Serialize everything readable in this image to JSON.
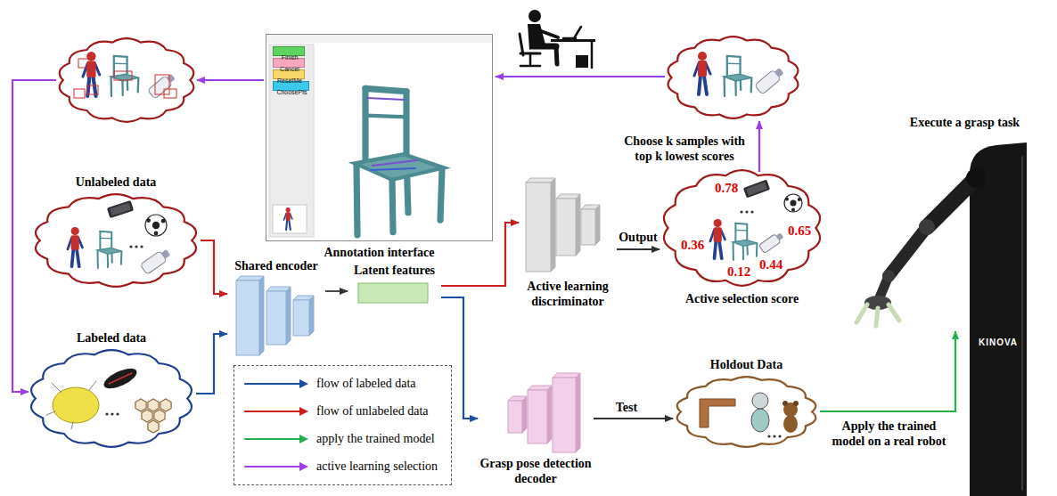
{
  "diagram": {
    "nodes": [
      {
        "text": [
          "Annotation interface"
        ]
      },
      {
        "text": [
          "Finish"
        ],
        "in": 0
      },
      {
        "text": [
          "Cancel"
        ],
        "in": 0
      },
      {
        "text": [
          "ResetMe"
        ],
        "in": 0
      },
      {
        "text": [
          "ChoosePts"
        ],
        "in": 0
      },
      {
        "text": [
          "Unlabeled data"
        ]
      },
      {
        "text": [
          "Labeled data"
        ]
      },
      {
        "text": [
          "Shared encoder"
        ]
      },
      {
        "text": [
          "Latent features"
        ]
      },
      {
        "text": [
          "Active learning discriminator"
        ]
      },
      {
        "text": [
          "Active selection score",
          "0.78",
          "0.65",
          "0.36",
          "0.12",
          "0.44"
        ]
      },
      {
        "text": [
          "Grasp pose detection decoder"
        ]
      },
      {
        "text": [
          "Holdout Data"
        ]
      },
      {
        "text": [
          "Execute a grasp task"
        ]
      }
    ],
    "edges": [
      {
        "from": 5,
        "to": 7,
        "arrow": "to"
      },
      {
        "from": 6,
        "to": 7,
        "arrow": "to"
      },
      {
        "from": 7,
        "to": 8,
        "arrow": "to"
      },
      {
        "from": 8,
        "to": 9,
        "arrow": "to"
      },
      {
        "from": 8,
        "to": 11,
        "arrow": "to"
      },
      {
        "from": 9,
        "to": 10,
        "label": "Output",
        "arrow": "to"
      },
      {
        "from": 11,
        "to": 12,
        "label": "Test",
        "arrow": "to"
      },
      {
        "from": 12,
        "to": 13,
        "label": "Apply the trained model on a real robot",
        "arrow": "to"
      }
    ],
    "labels": [
      "Choose k samples with top k lowest scores",
      "KINOVA"
    ],
    "legend": [
      {
        "text": "flow of labeled data"
      },
      {
        "text": "flow of unlabeled data"
      },
      {
        "text": "apply the trained model"
      },
      {
        "text": "active learning selection"
      }
    ]
  }
}
